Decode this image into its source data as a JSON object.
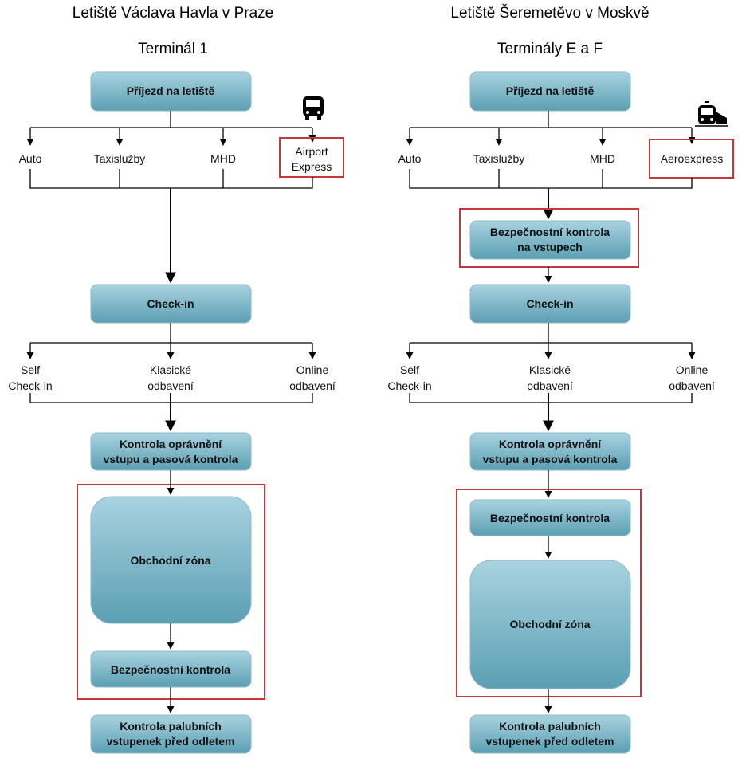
{
  "left": {
    "title": "Letiště Václava Havla v Praze",
    "subtitle": "Terminál 1",
    "arrival": "Příjezd na letiště",
    "transport": [
      "Auto",
      "Taxislužby",
      "MHD",
      [
        "Airport",
        "Express"
      ]
    ],
    "checkin": "Check-in",
    "checkin_options": [
      [
        "Self",
        "Check-in"
      ],
      [
        "Klasické",
        "odbavení"
      ],
      [
        "Online",
        "odbavení"
      ]
    ],
    "passport": [
      "Kontrola oprávnění",
      "vstupu a pasová kontrola"
    ],
    "shop": "Obchodní zóna",
    "security": "Bezpečnostní kontrola",
    "boarding": [
      "Kontrola palubních",
      "vstupenek před odletem"
    ],
    "icon": "bus-icon"
  },
  "right": {
    "title": "Letiště Šeremetěvo v Moskvě",
    "subtitle": "Terminály E a F",
    "arrival": "Příjezd na letiště",
    "transport": [
      "Auto",
      "Taxislužby",
      "MHD",
      "Aeroexpress"
    ],
    "entry_security": [
      "Bezpečnostní kontrola",
      "na vstupech"
    ],
    "checkin": "Check-in",
    "checkin_options": [
      [
        "Self",
        "Check-in"
      ],
      [
        "Klasické",
        "odbavení"
      ],
      [
        "Online",
        "odbavení"
      ]
    ],
    "passport": [
      "Kontrola oprávnění",
      "vstupu a pasová kontrola"
    ],
    "security": "Bezpečnostní kontrola",
    "shop": "Obchodní zóna",
    "boarding": [
      "Kontrola palubních",
      "vstupenek před odletem"
    ],
    "icon": "train-icon"
  },
  "colors": {
    "box_top": "#a9d3e0",
    "box_bottom": "#5b9fb3",
    "highlight": "#c0393b"
  }
}
